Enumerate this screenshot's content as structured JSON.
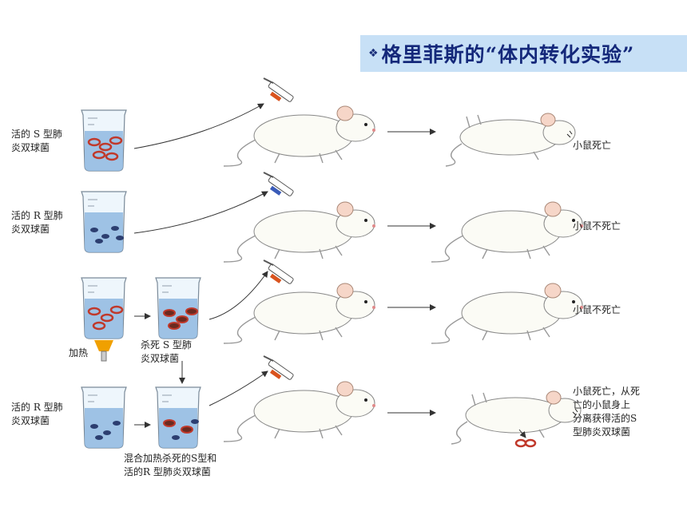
{
  "title": {
    "bullet": "❖",
    "text": "格里菲斯的“体内转化实验”"
  },
  "rows": [
    {
      "bacteria_label": "活的 S 型肺\n炎双球菌",
      "result_label": "小鼠死亡"
    },
    {
      "bacteria_label": "活的 R 型肺\n炎双球菌",
      "result_label": "小鼠不死亡"
    },
    {
      "heat_label": "加热",
      "killed_label": "杀死 S 型肺\n炎双球菌",
      "result_label": "小鼠不死亡"
    },
    {
      "bacteria_label": "活的 R 型肺\n炎双球菌",
      "mix_label": "混合加热杀死的S型和\n活的R 型肺炎双球菌",
      "result_label": "小鼠死亡，从死\n亡的小鼠身上\n分离获得活的S\n型肺炎双球菌"
    }
  ],
  "colors": {
    "title_bg": "#c7e0f6",
    "title_text": "#14287a",
    "liquid": "#8fb8e0",
    "s_bacteria": "#c0392b",
    "r_bacteria": "#2c3e70",
    "syringe_s": "#d9531e",
    "syringe_r": "#3a5bb8"
  }
}
